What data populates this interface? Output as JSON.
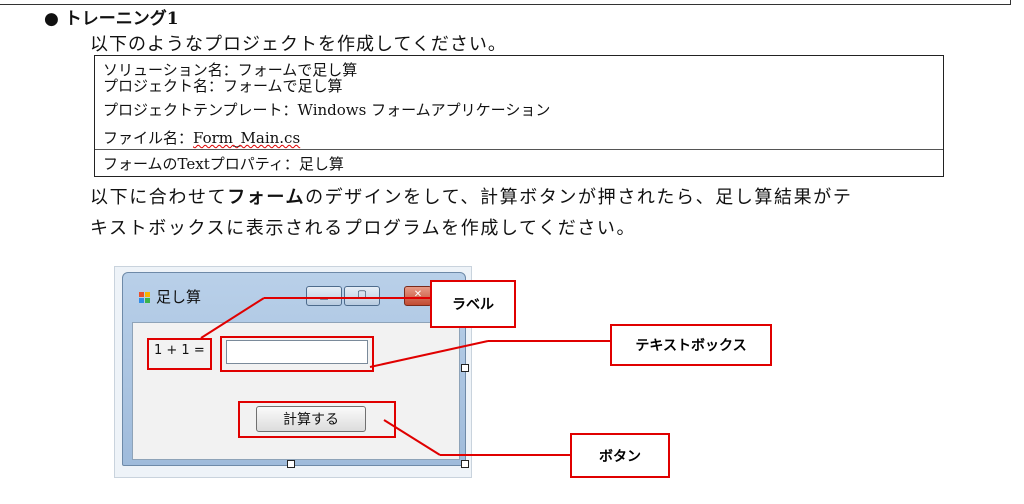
{
  "heading": "● トレーニング1",
  "intro": "以下のようなプロジェクトを作成してください。",
  "spec": {
    "solution": "ソリューション名：フォームで足し算",
    "project": "プロジェクト名：フォームで足し算",
    "template": "プロジェクトテンプレート：Windows フォームアプリケーション",
    "file_prefix": "ファイル名：",
    "file_name": "Form_Main.cs",
    "text_prop": "フォームのTextプロパティ：足し算"
  },
  "desc": {
    "line1_a": "以下に合わせて",
    "line1_bold": "フォーム",
    "line1_b": "のデザインをして、計算ボタンが押されたら、足し算結果がテ",
    "line2": "キストボックスに表示されるプログラムを作成してください。"
  },
  "form": {
    "title": "足し算",
    "minimize_glyph": "▁",
    "maximize_glyph": "▢",
    "close_glyph": "✕",
    "label_text": "1 + 1 =",
    "textbox_value": "",
    "button_label": "計算する"
  },
  "callouts": {
    "label": "ラベル",
    "textbox": "テキストボックス",
    "button": "ボタン"
  },
  "colors": {
    "callout_red": "#e00000",
    "window_frame": "#a9c2df"
  },
  "icons": [
    "windows-form-icon",
    "minimize-icon",
    "maximize-icon",
    "close-icon"
  ]
}
